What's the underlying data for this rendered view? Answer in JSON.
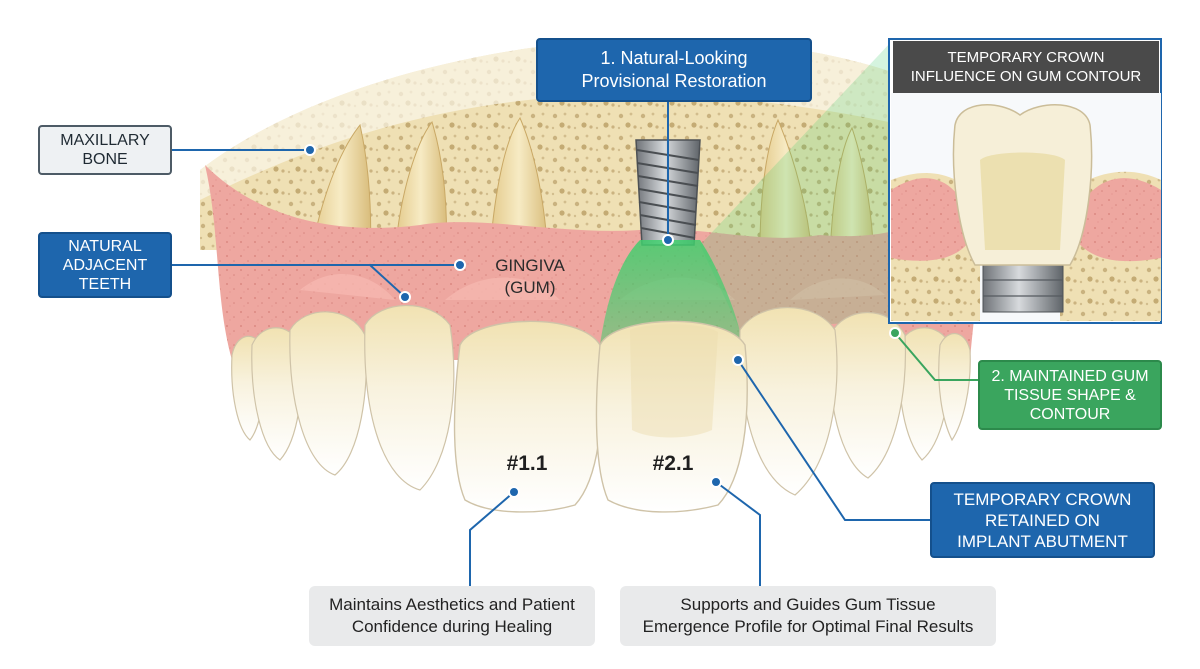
{
  "labels": {
    "maxillary_bone": [
      "MAXILLARY",
      "BONE"
    ],
    "natural_adjacent_teeth": [
      "NATURAL",
      "ADJACENT",
      "TEETH"
    ],
    "gingiva": [
      "GINGIVA",
      "(GUM)"
    ],
    "provisional": [
      "1.  Natural-Looking",
      "Provisional Restoration"
    ],
    "inset_title": [
      "TEMPORARY CROWN",
      "INFLUENCE ON GUM CONTOUR"
    ],
    "maintained_gum": [
      "2. MAINTAINED GUM",
      "TISSUE SHAPE &",
      "CONTOUR"
    ],
    "temporary_crown": [
      "TEMPORARY CROWN",
      "RETAINED ON",
      "IMPLANT ABUTMENT"
    ],
    "tooth_1": "#1.1",
    "tooth_2": "#2.1",
    "aesthetics": [
      "Maintains Aesthetics and Patient",
      "Confidence during Healing"
    ],
    "supports": [
      "Supports and Guides Gum Tissue",
      "Emergence Profile for Optimal Final Results"
    ]
  },
  "colors": {
    "blue": "#1e66ad",
    "green": "#3aa55e",
    "gum": "#eea7a0",
    "bone": "#efe0b4",
    "tooth": "#f6f0dc"
  }
}
